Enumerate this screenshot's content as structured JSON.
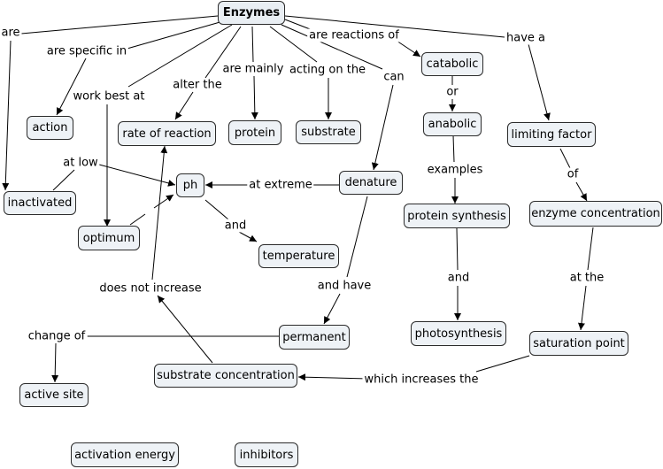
{
  "concepts": {
    "enzymes": "Enzymes",
    "action": "action",
    "rate_of_reaction": "rate of reaction",
    "protein": "protein",
    "substrate": "substrate",
    "catabolic": "catabolic",
    "anabolic": "anabolic",
    "limiting_factor": "limiting factor",
    "inactivated": "inactivated",
    "ph": "ph",
    "denature": "denature",
    "protein_synthesis": "protein synthesis",
    "enzyme_concentration": "enzyme concentration",
    "optimum": "optimum",
    "temperature": "temperature",
    "permanent": "permanent",
    "photosynthesis": "photosynthesis",
    "saturation_point": "saturation point",
    "active_site": "active site",
    "substrate_concentration": "substrate concentration",
    "activation_energy": "activation energy",
    "inhibitors": "inhibitors"
  },
  "links": {
    "are": "are",
    "are_specific_in": "are specific in",
    "work_best_at": "work best at",
    "alter_the": "alter the",
    "are_mainly": "are mainly",
    "acting_on_the": "acting on the",
    "are_reactions_of": "are reactions of",
    "can": "can",
    "have_a": "have a",
    "or": "or",
    "examples": "examples",
    "of": "of",
    "at_low": "at low",
    "at_extreme": "at extreme",
    "and_temp": "and",
    "and_have": "and have",
    "and_photo": "and",
    "at_the": "at the",
    "does_not_increase": "does not increase",
    "change_of": "change of",
    "which_increases_the": "which increases the"
  }
}
